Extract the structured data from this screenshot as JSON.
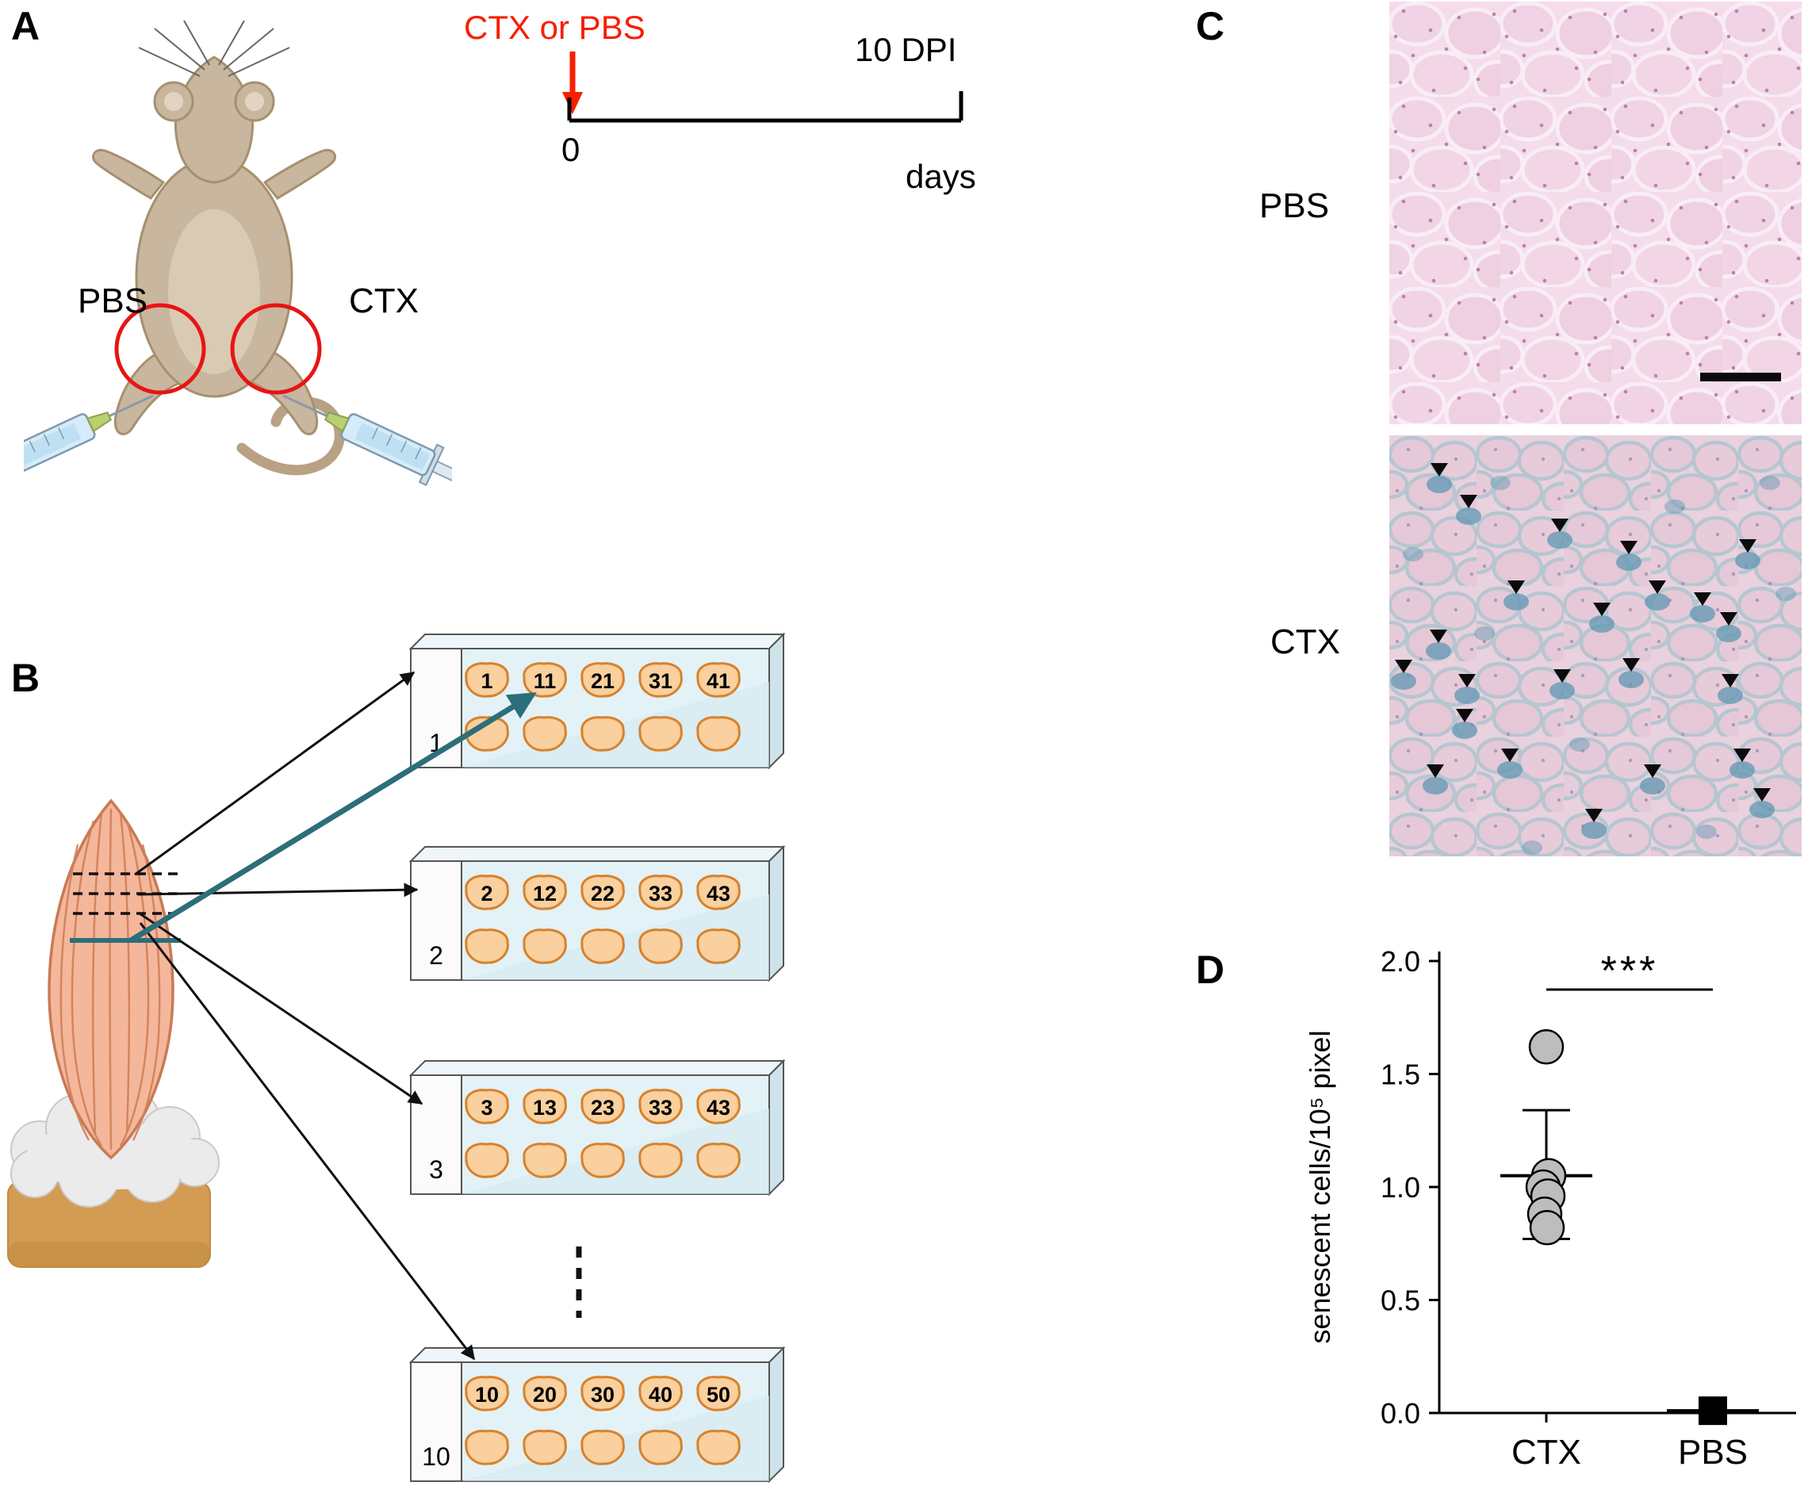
{
  "figure": {
    "panels": {
      "a": "A",
      "b": "B",
      "c": "C",
      "d": "D"
    }
  },
  "panelA": {
    "injection_left_label": "PBS",
    "injection_right_label": "CTX",
    "injection_site_color": "#e81414",
    "timeline": {
      "treatment_label": "CTX or PBS",
      "treatment_color": "#f81e00",
      "day_start": "0",
      "day_end": "10 DPI",
      "axis_unit": "days"
    }
  },
  "panelB": {
    "highlight_color": "#2c6e79",
    "slides": [
      {
        "label": "1",
        "sections": [
          "1",
          "11",
          "21",
          "31",
          "41"
        ]
      },
      {
        "label": "2",
        "sections": [
          "2",
          "12",
          "22",
          "33",
          "43"
        ]
      },
      {
        "label": "3",
        "sections": [
          "3",
          "13",
          "23",
          "33",
          "43"
        ]
      },
      {
        "label": "10",
        "sections": [
          "10",
          "20",
          "30",
          "40",
          "50"
        ]
      }
    ]
  },
  "panelC": {
    "top_image_label": "PBS",
    "bottom_image_label": "CTX",
    "stain_color": "#5f97b1"
  },
  "chart_data": {
    "type": "scatter",
    "title": "",
    "xlabel": "",
    "ylabel": "senescent cells/10⁵ pixel",
    "ylim": [
      0,
      2
    ],
    "yticks": [
      0,
      0.5,
      1,
      1.5,
      2
    ],
    "categories": [
      "CTX",
      "PBS"
    ],
    "grid": false,
    "legend": "none",
    "series": [
      {
        "name": "CTX",
        "marker": "circle",
        "marker_color": "#bdbdbd",
        "values": [
          1.62,
          1.05,
          1.0,
          0.96,
          0.88,
          0.82
        ],
        "mean": 1.05,
        "sd_low": 0.77,
        "sd_high": 1.34
      },
      {
        "name": "PBS",
        "marker": "square",
        "marker_color": "#000000",
        "values": [
          0.01
        ],
        "mean": 0.01,
        "sd_low": 0.01,
        "sd_high": 0.01
      }
    ],
    "significance_label": "***"
  }
}
